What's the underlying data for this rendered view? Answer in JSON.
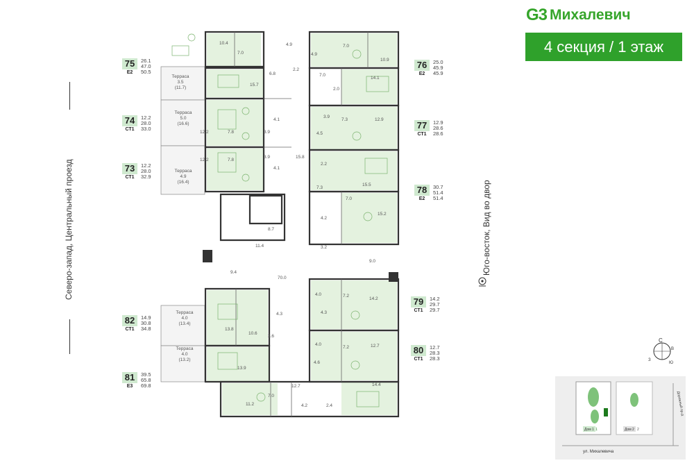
{
  "brand": {
    "logo_mark": "G3",
    "logo_text": "Михалевич"
  },
  "banner": {
    "text": "4 секция / 1 этаж"
  },
  "labels": {
    "left_side": "Северо-запад, Центральный проезд",
    "right_side": "Юго-восток, Вид во двор"
  },
  "apartments": [
    {
      "num": "75",
      "type": "Е2",
      "areas": [
        "26.1",
        "47.0",
        "50.5"
      ]
    },
    {
      "num": "74",
      "type": "СТ1",
      "areas": [
        "12.2",
        "28.0",
        "33.0"
      ]
    },
    {
      "num": "73",
      "type": "СТ1",
      "areas": [
        "12.2",
        "28.0",
        "32.9"
      ]
    },
    {
      "num": "82",
      "type": "СТ1",
      "areas": [
        "14.9",
        "30.8",
        "34.8"
      ]
    },
    {
      "num": "81",
      "type": "Е3",
      "areas": [
        "39.5",
        "65.8",
        "69.8"
      ]
    },
    {
      "num": "76",
      "type": "Е2",
      "areas": [
        "25.0",
        "45.9",
        "45.9"
      ]
    },
    {
      "num": "77",
      "type": "СТ1",
      "areas": [
        "12.9",
        "28.6",
        "28.6"
      ]
    },
    {
      "num": "78",
      "type": "Е2",
      "areas": [
        "30.7",
        "51.4",
        "51.4"
      ]
    },
    {
      "num": "79",
      "type": "СТ1",
      "areas": [
        "14.2",
        "29.7",
        "29.7"
      ]
    },
    {
      "num": "80",
      "type": "СТ1",
      "areas": [
        "12.7",
        "28.3",
        "28.3"
      ]
    }
  ],
  "terraces": [
    {
      "label": "Терраса",
      "area": "3.5",
      "sub": "(11.7)"
    },
    {
      "label": "Терраса",
      "area": "5.0",
      "sub": "(16.6)"
    },
    {
      "label": "Терраса",
      "area": "4.9",
      "sub": "(16.4)"
    },
    {
      "label": "Терраса",
      "area": "4.0",
      "sub": "(13.4)"
    },
    {
      "label": "Терраса",
      "area": "4.0",
      "sub": "(13.2)"
    }
  ],
  "room_areas": [
    "10.4",
    "7.0",
    "4.9",
    "4.9",
    "7.0",
    "10.9",
    "6.8",
    "2.2",
    "7.0",
    "14.1",
    "15.7",
    "2.0",
    "4.1",
    "3.9",
    "7.3",
    "12.9",
    "12.2",
    "7.8",
    "3.9",
    "4.5",
    "12.2",
    "7.8",
    "3.9",
    "4.1",
    "15.8",
    "2.2",
    "7.3",
    "15.5",
    "7.0",
    "15.2",
    "8.7",
    "4.2",
    "11.4",
    "3.2",
    "9.4",
    "70.0",
    "9.0",
    "4.0",
    "7.2",
    "14.2",
    "4.3",
    "4.3",
    "13.8",
    "10.6",
    "3.6",
    "4.0",
    "7.2",
    "12.7",
    "13.9",
    "4.6",
    "12.7",
    "14.4",
    "7.0",
    "11.2",
    "4.2",
    "2.4"
  ],
  "compass": {
    "n": "С",
    "s": "Ю",
    "e": "В",
    "w": "З"
  },
  "minimap": {
    "street_bottom": "ул. Михалевича",
    "street_right": "Дорожный пр-д",
    "house_1": "Дом 1",
    "house_2": "Дом 2",
    "house_1_num": "1",
    "house_2_num": "2"
  },
  "colors": {
    "accent": "#2fa12b",
    "badge_bg": "#cfe9cf",
    "room_fill": "#e4f2df",
    "wall": "#333333"
  }
}
